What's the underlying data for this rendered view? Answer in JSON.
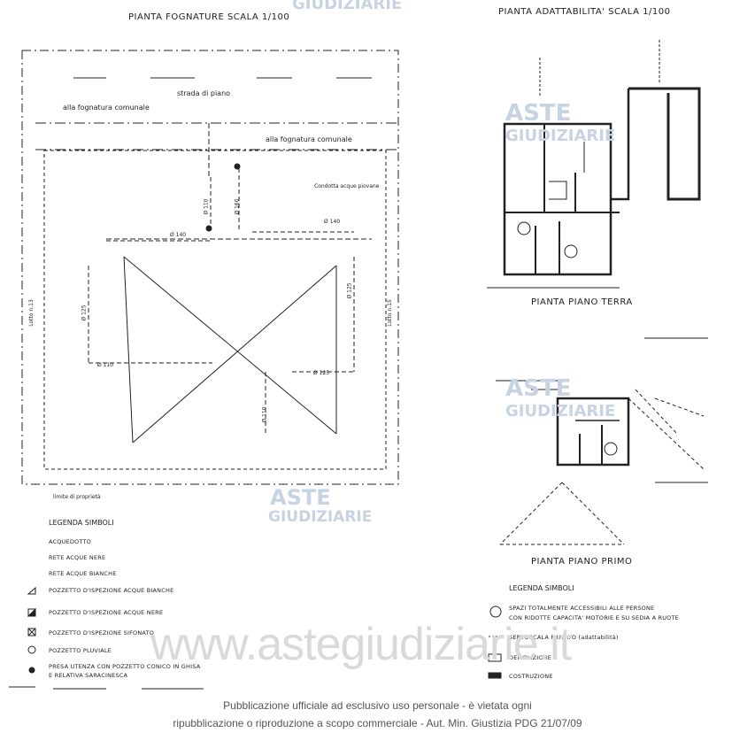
{
  "titles": {
    "left": "PIANTA FOGNATURE SCALA 1/100",
    "right": "PIANTA ADATTABILITA' SCALA 1/100",
    "ground": "PIANTA PIANO TERRA",
    "first": "PIANTA PIANO PRIMO"
  },
  "sewer_plan": {
    "strada": "strada di piano",
    "fognatura1": "alla fognatura comunale",
    "fognatura2": "alla fognatura comunale",
    "pipes": [
      "Ø 110",
      "Ø 160",
      "Ø 140",
      "Ø 140",
      "Ø 125",
      "Ø 125",
      "Ø 110",
      "Ø 125",
      "Ø 110"
    ],
    "side_left": "Lotto n.13",
    "side_right": "Lotto n.15",
    "bottom": "limite di proprietà",
    "note": "Condotta acque piovane"
  },
  "legend_left": {
    "heading": "LEGENDA SIMBOLI",
    "items": [
      "ACQUEDOTTO",
      "RETE ACQUE NERE",
      "RETE ACQUE BIANCHE",
      "POZZETTO D'ISPEZIONE ACQUE BIANCHE",
      "POZZETTO D'ISPEZIONE ACQUE NERE",
      "POZZETTO D'ISPEZIONE SIFONATO",
      "POZZETTO PLUVIALE",
      "PRESA UTENZA CON POZZETTO CONICO IN GHISA",
      "E RELATIVA SARACINESCA"
    ]
  },
  "legend_right": {
    "heading": "LEGENDA SIMBOLI",
    "items": [
      "SPAZI TOTALMENTE ACCESSIBILI ALLE PERSONE",
      "CON RIDOTTE CAPACITA' MOTORIE E SU SEDIA A RUOTE",
      "SERVOSCALA PRIVATO (adattabilità)",
      "DEMOLIZIONE",
      "COSTRUZIONE"
    ]
  },
  "watermarks": {
    "aste": "ASTE",
    "giudiziarie": "GIUDIZIARIE",
    "top": "GIUDIZIARIE",
    "site": "www.astegiudiziarie.it"
  },
  "footer": {
    "line1": "Pubblicazione ufficiale ad esclusivo uso personale - è vietata ogni",
    "line2": "ripubblicazione o riproduzione a scopo commerciale - Aut. Min. Giustizia PDG 21/07/09"
  }
}
